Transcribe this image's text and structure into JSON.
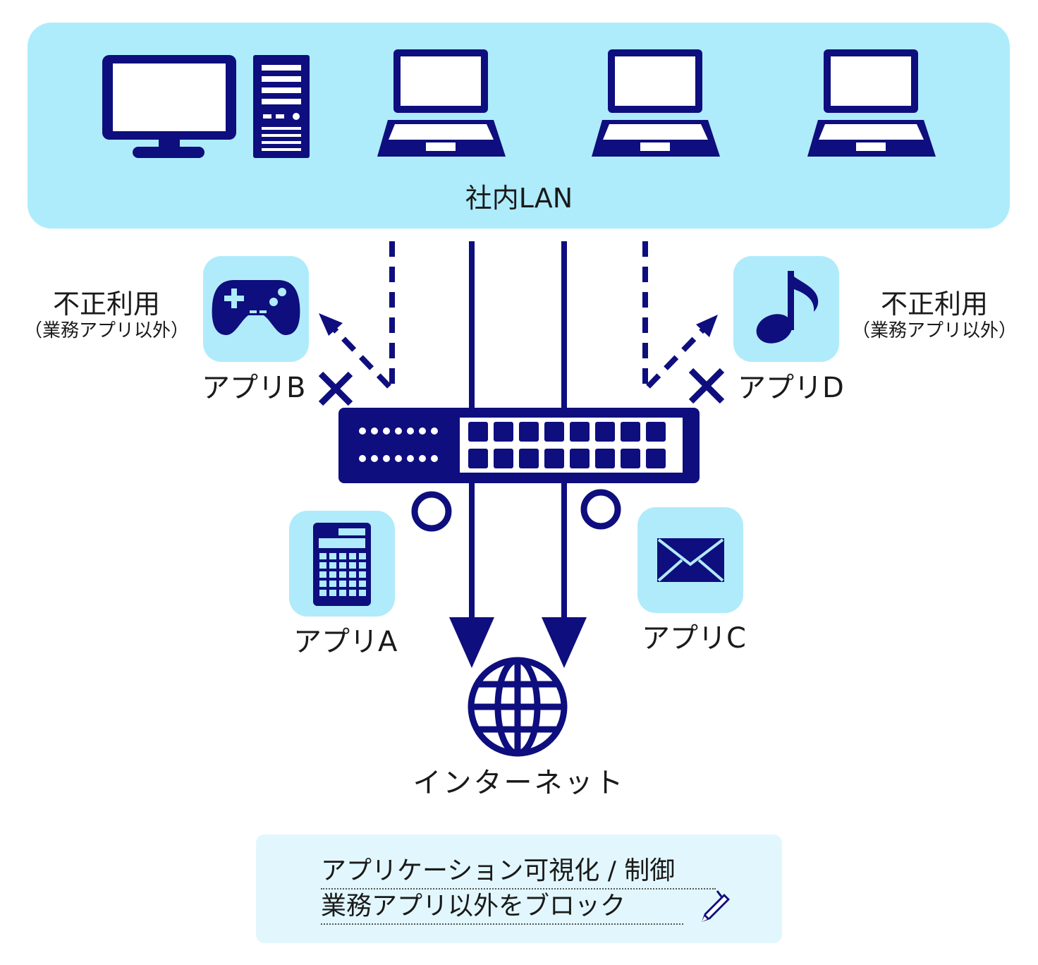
{
  "lan": {
    "label": "社内LAN"
  },
  "misuse": {
    "title": "不正利用",
    "subtitle": "（業務アプリ以外）"
  },
  "apps": {
    "a": {
      "label": "アプリA",
      "icon": "calculator-icon",
      "status": "allowed"
    },
    "b": {
      "label": "アプリB",
      "icon": "gamepad-icon",
      "status": "blocked"
    },
    "c": {
      "label": "アプリC",
      "icon": "mail-icon",
      "status": "allowed"
    },
    "d": {
      "label": "アプリD",
      "icon": "music-note-icon",
      "status": "blocked"
    }
  },
  "internet": {
    "label": "インターネット",
    "icon": "globe-icon"
  },
  "note": {
    "line1": "アプリケーション可視化 / 制御",
    "line2": "業務アプリ以外をブロック",
    "icon": "pen-icon"
  },
  "colors": {
    "primary": "#0e0e7e",
    "lan_bg": "#aeecfc",
    "app_bg": "#b0ebfb",
    "note_bg": "#e2f7fd"
  }
}
